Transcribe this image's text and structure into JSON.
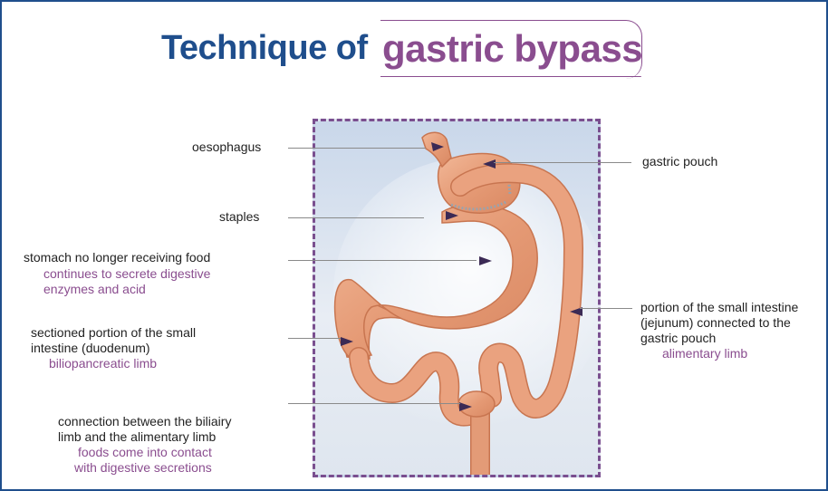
{
  "title": {
    "lead": "Technique of",
    "emphasis": "gastric bypass"
  },
  "colors": {
    "frame": "#1f4e8c",
    "title_lead": "#1f4e8c",
    "title_emphasis": "#8a4d8f",
    "sublabel": "#8a4d8f",
    "illustration_border": "#7a4f8f",
    "organ": "#e8a07c"
  },
  "labels": {
    "oesophagus": "oesophagus",
    "staples": "staples",
    "stomach": "stomach no longer receiving food",
    "stomach_sub_1": "continues to secrete digestive",
    "stomach_sub_2": "enzymes and acid",
    "duodenum_1": "sectioned portion of the small",
    "duodenum_2": "intestine (duodenum)",
    "duodenum_sub": "biliopancreatic limb",
    "connection_1": "connection between the biliairy",
    "connection_2": "limb and the alimentary limb",
    "connection_sub_1": "foods come into contact",
    "connection_sub_2": "with digestive secretions",
    "gastric_pouch": "gastric pouch",
    "jejunum_1": "portion of the small intestine",
    "jejunum_2": "(jejunum) connected to the",
    "jejunum_3": "gastric pouch",
    "jejunum_sub": "alimentary limb"
  }
}
